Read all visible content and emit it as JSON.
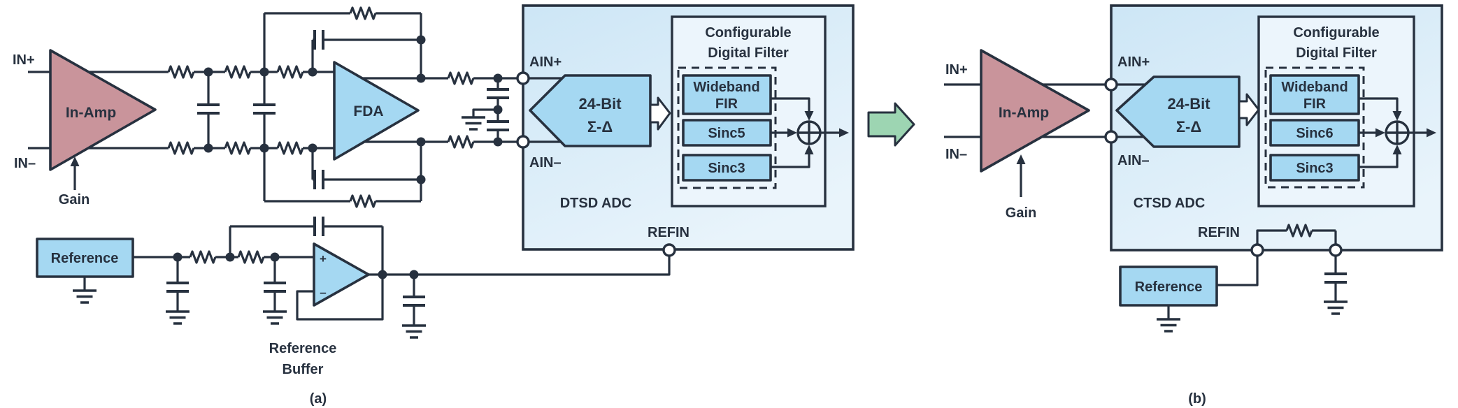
{
  "colors": {
    "ink": "#27313f",
    "component_blue": "#a5d8f2",
    "amp_rose": "#c9949b",
    "adc_fill_top": "#cde6f6",
    "adc_fill_bottom": "#e9f4fb",
    "filter_fill": "#ecf5fc",
    "green_arrow": "#9dd5b2",
    "white": "#ffffff"
  },
  "diagram_a": {
    "caption": "(a)",
    "input": {
      "in_plus": "IN+",
      "in_minus": "IN–",
      "gain": "Gain"
    },
    "in_amp_label": "In-Amp",
    "fda_label": "FDA",
    "adc": {
      "name": "DTSD ADC",
      "ain_plus": "AIN+",
      "ain_minus": "AIN–",
      "refin": "REFIN",
      "core_line1": "24-Bit",
      "core_line2": "Σ-Δ",
      "filter": {
        "title_line1": "Configurable",
        "title_line2": "Digital Filter",
        "wideband_line1": "Wideband",
        "wideband_line2": "FIR",
        "sinc_mid": "Sinc5",
        "sinc_low": "Sinc3"
      }
    },
    "reference": {
      "source": "Reference",
      "buffer_line1": "Reference",
      "buffer_line2": "Buffer",
      "opamp_plus": "+",
      "opamp_minus": "–"
    }
  },
  "diagram_b": {
    "caption": "(b)",
    "input": {
      "in_plus": "IN+",
      "in_minus": "IN–",
      "gain": "Gain"
    },
    "in_amp_label": "In-Amp",
    "adc": {
      "name": "CTSD ADC",
      "ain_plus": "AIN+",
      "ain_minus": "AIN–",
      "refin": "REFIN",
      "core_line1": "24-Bit",
      "core_line2": "Σ-Δ",
      "filter": {
        "title_line1": "Configurable",
        "title_line2": "Digital Filter",
        "wideband_line1": "Wideband",
        "wideband_line2": "FIR",
        "sinc_mid": "Sinc6",
        "sinc_low": "Sinc3"
      }
    },
    "reference": {
      "source": "Reference"
    }
  }
}
